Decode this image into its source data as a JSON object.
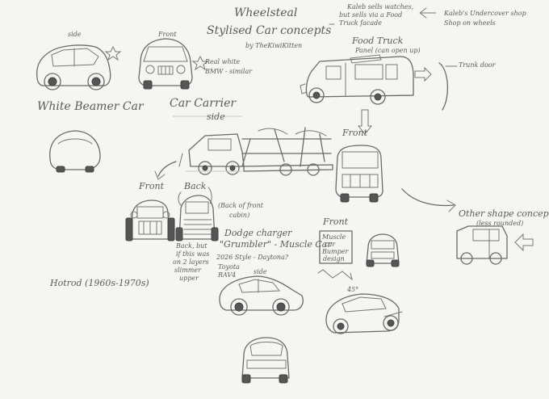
{
  "header": {
    "title": "Wheelsteal",
    "subtitle": "Stylised Car concepts",
    "byline": "by TheKiwiKitten"
  },
  "notes": {
    "kaleb_sells": "Kaleb sells watches,",
    "but_sells": "but sells via a Food",
    "truck_facade": "Truck facade",
    "undercover_shop": "Kaleb's Undercover shop",
    "shop_on_wheels": "Shop on wheels",
    "food_truck": "Food Truck",
    "panel_open": "Panel (can open up)",
    "trunk_door": "Trunk door",
    "side_1": "side",
    "front_1": "Front",
    "real_white": "Real white",
    "bmw": "BMW - similar",
    "white_beamer": "White Beamer Car",
    "car_carrier": "Car Carrier",
    "side_carrier": "side",
    "front_truck": "Front",
    "front_hotrod": "Front",
    "back_hotrod": "Back",
    "back_of_front_cabin_1": "(Back of front",
    "back_of_front_cabin_2": "cabin)",
    "back_but_1": "Back, but",
    "back_but_2": "if this was",
    "back_but_3": "on 2 layers",
    "back_but_4": "slimmer",
    "back_but_5": "upper",
    "hotrod": "Hotrod (1960s-1970s)",
    "dodge_1": "Dodge charger",
    "dodge_2": "\"Grumbler\" - Muscle Car",
    "style_1": "2026 Style - Daytona?",
    "style_2": "Toyota",
    "style_3": "RAV4",
    "side_muscle": "side",
    "front_muscle": "Front",
    "box_1": "Muscle",
    "box_2": "car",
    "box_3": "Bumper",
    "box_4": "design",
    "other_shape_1": "Other shape concept",
    "other_shape_2": "(less rounded)",
    "deg45": "45°"
  }
}
